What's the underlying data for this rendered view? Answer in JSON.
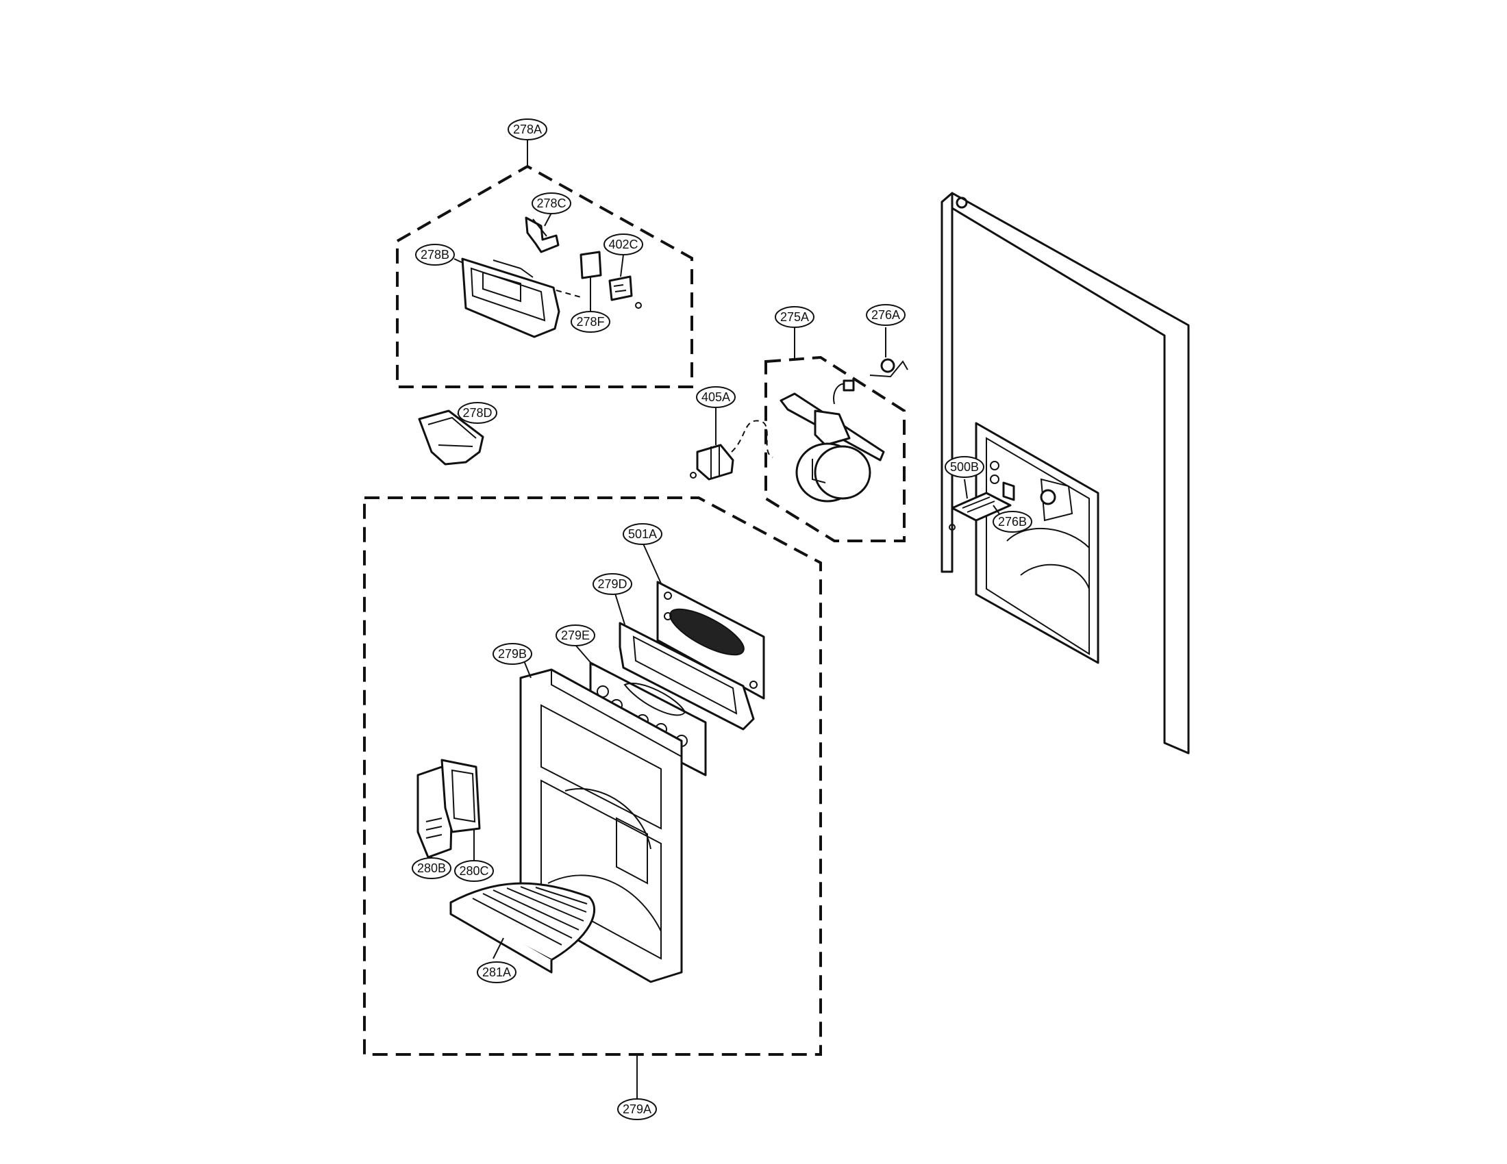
{
  "callouts": {
    "c278A": "278A",
    "c278C": "278C",
    "c278B": "278B",
    "c402C": "402C",
    "c278F": "278F",
    "c278D": "278D",
    "c275A": "275A",
    "c276A": "276A",
    "c405A": "405A",
    "c500B": "500B",
    "c276B": "276B",
    "c501A": "501A",
    "c279D": "279D",
    "c279E": "279E",
    "c279B": "279B",
    "c280B": "280B",
    "c280C": "280C",
    "c281A": "281A",
    "c279A": "279A"
  }
}
